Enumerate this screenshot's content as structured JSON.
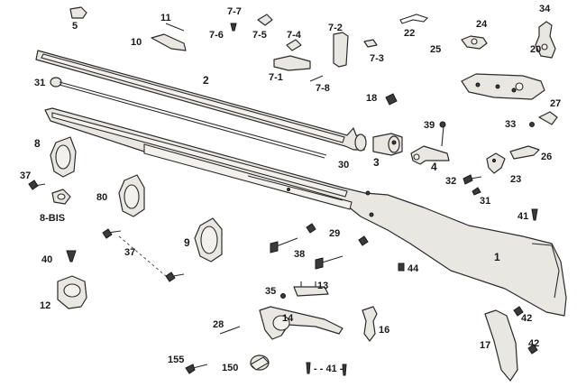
{
  "labels": {
    "p1": "1",
    "p2": "2",
    "p3": "3",
    "p4": "4",
    "p5": "5",
    "p7_1": "7-1",
    "p7_2": "7-2",
    "p7_3": "7-3",
    "p7_4": "7-4",
    "p7_5": "7-5",
    "p7_6": "7-6",
    "p7_7": "7-7",
    "p7_8": "7-8",
    "p8": "8",
    "p8bis": "8-BIS",
    "p9": "9",
    "p10": "10",
    "p11": "11",
    "p12": "12",
    "p13": "13",
    "p14": "14",
    "p16": "16",
    "p17": "17",
    "p18": "18",
    "p20": "20",
    "p22": "22",
    "p23": "23",
    "p24": "24",
    "p25": "25",
    "p26": "26",
    "p27": "27",
    "p28": "28",
    "p29": "29",
    "p30": "30",
    "p31a": "31",
    "p31b": "31",
    "p32": "32",
    "p33": "33",
    "p34": "34",
    "p35": "35",
    "p37a": "37",
    "p37b": "37",
    "p38": "38",
    "p39": "39",
    "p40": "40",
    "p41a": "41",
    "p41b": "- - 41 -",
    "p42a": "42",
    "p42b": "42",
    "p44": "44",
    "p80": "80",
    "p150": "150",
    "p155": "155"
  }
}
